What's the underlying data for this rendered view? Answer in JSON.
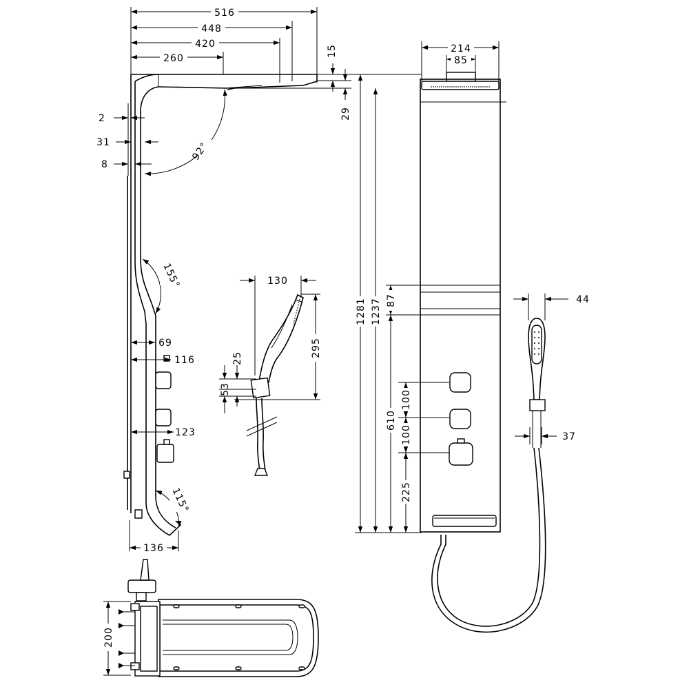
{
  "colors": {
    "stroke": "#000000",
    "background": "#ffffff"
  },
  "side_view": {
    "dims_top": [
      "516",
      "448",
      "420",
      "260"
    ],
    "dim_15": "15",
    "dim_29": "29",
    "dims_left": [
      "2",
      "31",
      "8"
    ],
    "angle_92": "92°",
    "angle_155": "155°",
    "dim_69": "69",
    "dim_116": "116",
    "dim_123": "123",
    "angle_115": "115°",
    "dim_136": "136"
  },
  "hand_shower_view": {
    "dim_130": "130",
    "dim_295": "295",
    "dim_25": "25",
    "dim_53": "53"
  },
  "front_view": {
    "dim_214": "214",
    "dim_85": "85",
    "dim_1281": "1281",
    "dim_1237": "1237",
    "dim_87": "87",
    "dim_610": "610",
    "dim_100a": "100",
    "dim_100b": "100",
    "dim_225": "225"
  },
  "handshower_front": {
    "dim_44": "44",
    "dim_37": "37"
  },
  "top_view": {
    "dim_200": "200"
  }
}
